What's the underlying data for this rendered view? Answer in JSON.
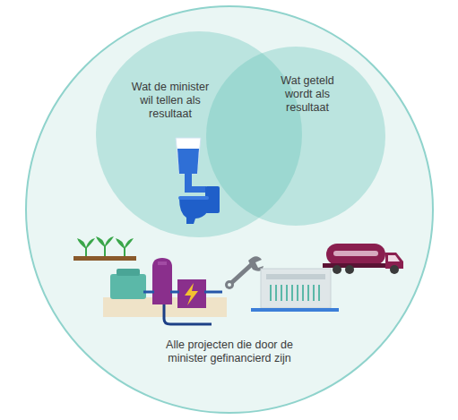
{
  "diagram": {
    "nodes": [
      {
        "text": [
          "Alle projecten die door de minister gefinancierd zijn"
        ]
      },
      {
        "text": [
          "Wat de minister wil tellen als resultaat"
        ],
        "in": 0
      },
      {
        "text": [
          "Wat geteld wordt als resultaat"
        ],
        "in": 0
      }
    ]
  }
}
